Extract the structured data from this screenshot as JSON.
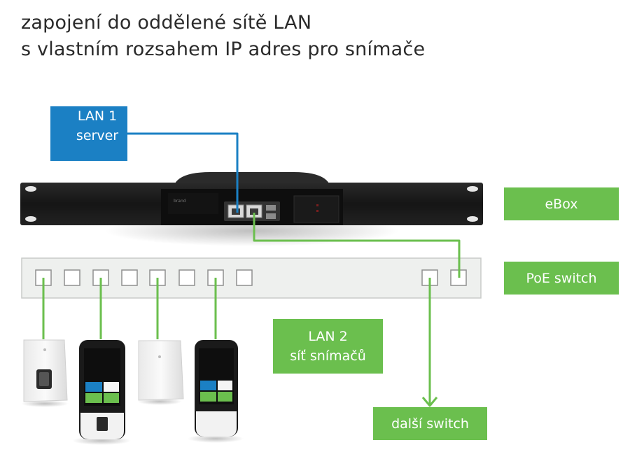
{
  "title": {
    "line1": "zapojení do oddělené sítě LAN",
    "line2": "s vlastním rozsahem IP adres pro snímače"
  },
  "labels": {
    "lan1": {
      "line1": "LAN 1",
      "line2": "server"
    },
    "ebox": "eBox",
    "poe_switch": "PoE switch",
    "lan2": {
      "line1": "LAN 2",
      "line2": "síť snímačů"
    },
    "next_switch": "další switch"
  },
  "colors": {
    "green": "#6bbf4e",
    "blue": "#1b80c4",
    "rack": "#1c1c1c",
    "switch_body": "#eef0ee"
  },
  "devices": [
    {
      "type": "fingerprint-reader"
    },
    {
      "type": "touch-terminal"
    },
    {
      "type": "card-reader"
    },
    {
      "type": "touch-terminal"
    }
  ]
}
